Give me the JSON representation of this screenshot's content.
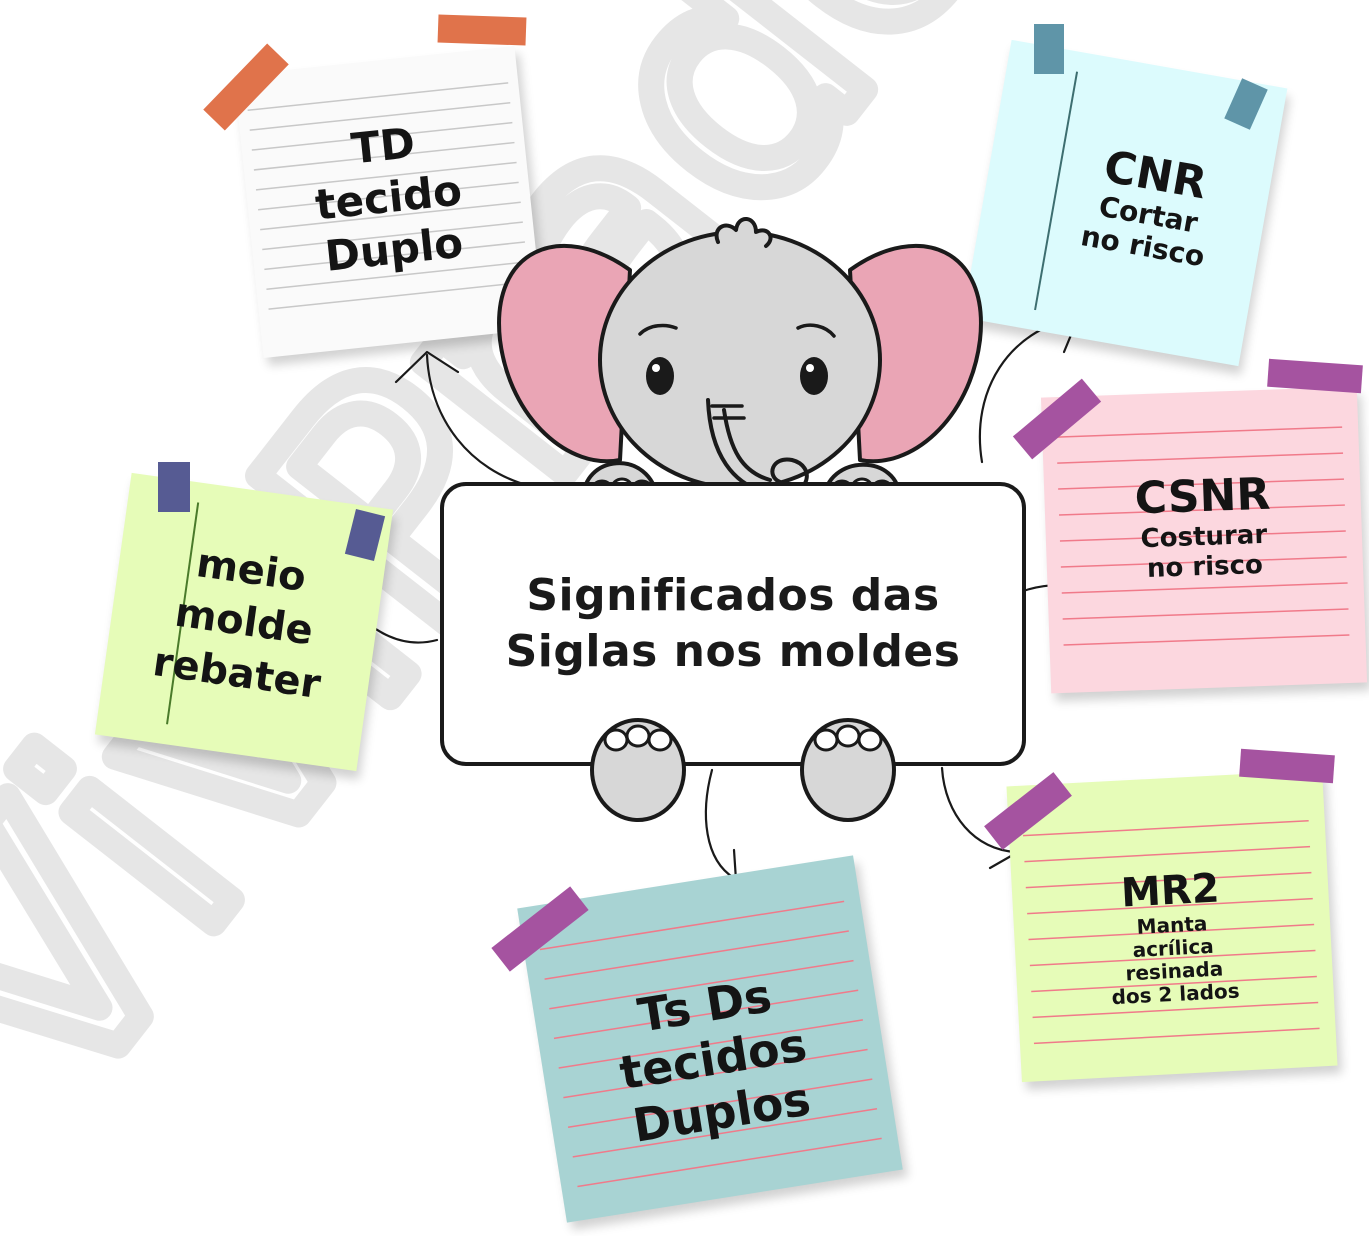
{
  "watermark": {
    "text": "ViviPrado"
  },
  "center": {
    "line1": "Significados das",
    "line2": "Siglas nos moldes"
  },
  "notes": {
    "td": {
      "line1": "TD",
      "line2": "tecido",
      "line3": "Duplo"
    },
    "cnr": {
      "title": "CNR",
      "line1": "Cortar",
      "line2": "no risco"
    },
    "csnr": {
      "title": "CSNR",
      "line1": "Costurar",
      "line2": "no risco"
    },
    "mr2": {
      "title": "MR2",
      "line1": "Manta",
      "line2": "acrílica",
      "line3": "resinada",
      "line4": "dos 2 lados"
    },
    "tsds": {
      "line1": "Ts Ds",
      "line2": "tecidos",
      "line3": "Duplos"
    },
    "meio": {
      "line1": "meio",
      "line2": "molde",
      "line3": "rebater"
    }
  },
  "colors": {
    "note_white": "#fafafa",
    "note_cyan": "#dcfbfd",
    "note_pink": "#fcd7df",
    "note_lime": "#e6fcb8",
    "note_teal": "#a8d3d3",
    "ear_pink": "#eaa5b5",
    "elephant_grey": "#d7d7d7",
    "outline": "#1a1a1a"
  },
  "icons": [
    "elephant-illustration",
    "arrow-icon",
    "tape-strip"
  ]
}
